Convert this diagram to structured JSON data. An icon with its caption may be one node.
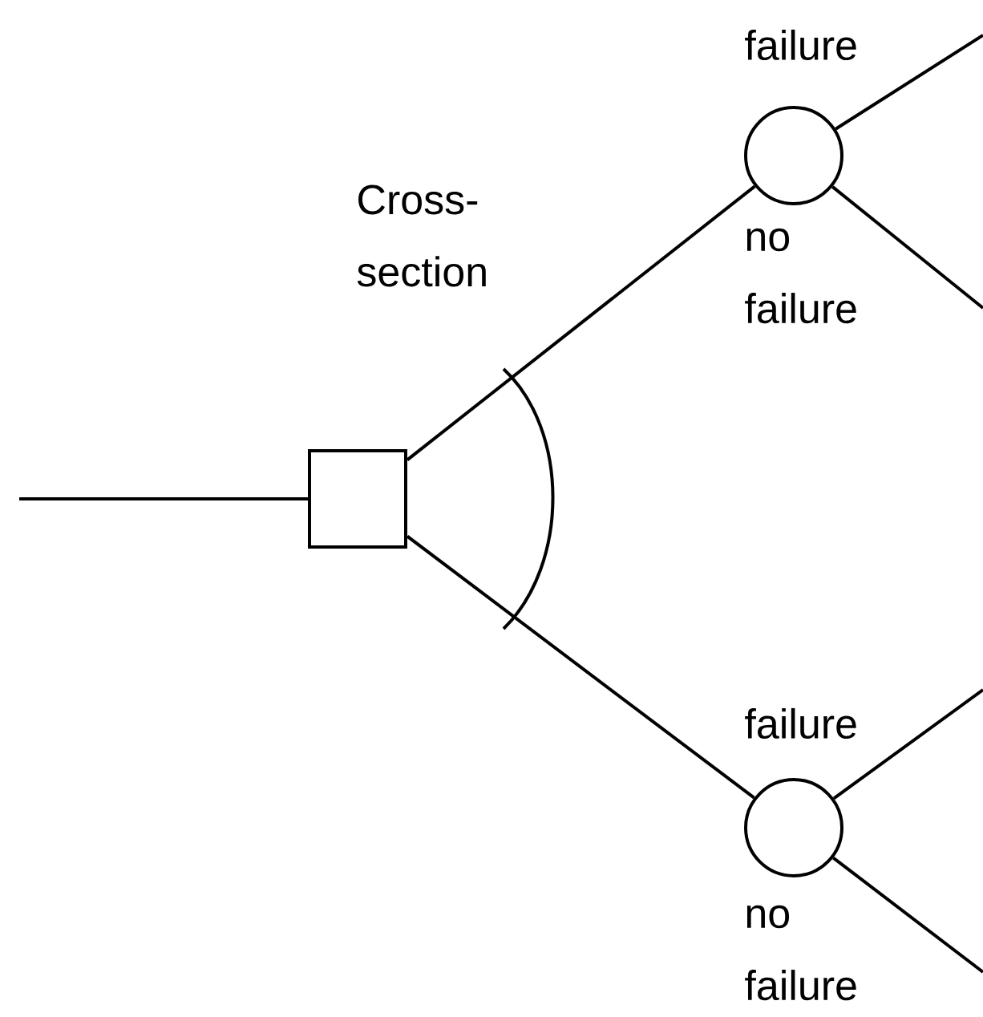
{
  "diagram": {
    "nodes": [
      {
        "text": [],
        "shape": "box"
      },
      {
        "text": [],
        "shape": "circle"
      },
      {
        "text": [],
        "shape": "circle"
      }
    ],
    "edges": [
      {
        "from": null,
        "to": 0,
        "arrow": "none"
      },
      {
        "from": 0,
        "to": 1,
        "arrow": "none",
        "label": "Cross- section"
      },
      {
        "from": 0,
        "to": 2,
        "arrow": "none"
      },
      {
        "from": 1,
        "to": null,
        "arrow": "none",
        "label": "failure"
      },
      {
        "from": 1,
        "to": null,
        "arrow": "none",
        "label": "no failure"
      },
      {
        "from": 2,
        "to": null,
        "arrow": "none",
        "label": "failure"
      },
      {
        "from": 2,
        "to": null,
        "arrow": "none",
        "label": "no failure"
      }
    ]
  }
}
